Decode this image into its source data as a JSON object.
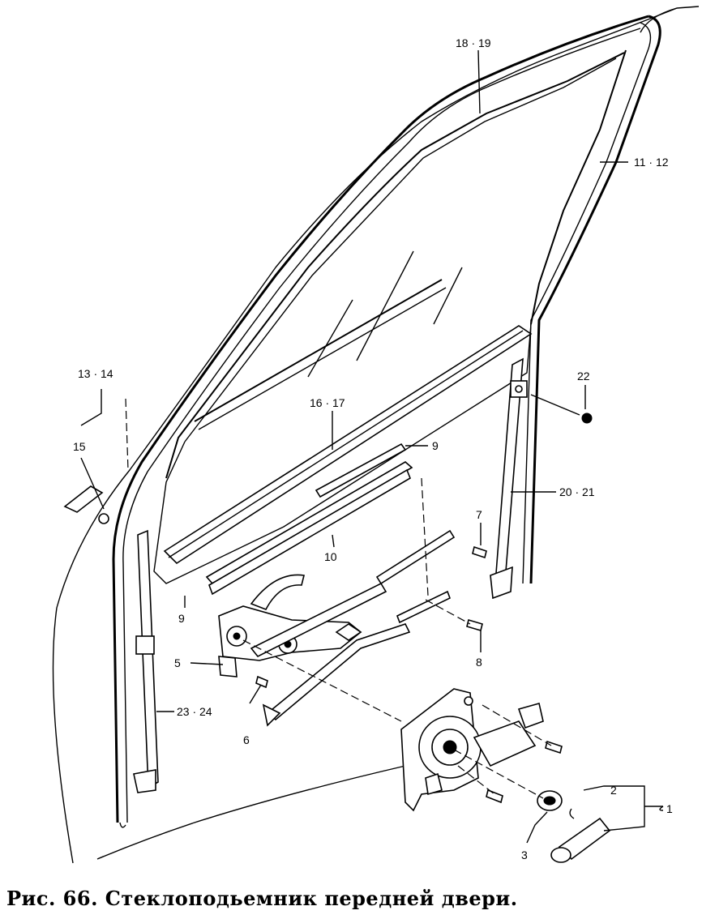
{
  "caption": "Рис. 66. Стеклоподьемник передней двери.",
  "labels": {
    "l18_19": "18 · 19",
    "l11_12": "11 · 12",
    "l13_14": "13 · 14",
    "l15": "15",
    "l16_17": "16 · 17",
    "l22": "22",
    "l9a": "9",
    "l20_21": "20 · 21",
    "l7": "7",
    "l10": "10",
    "l9b": "9",
    "l5": "5",
    "l8": "8",
    "l23_24": "23 · 24",
    "l6": "6",
    "l2": "2",
    "l1": "1",
    "l3": "3"
  }
}
